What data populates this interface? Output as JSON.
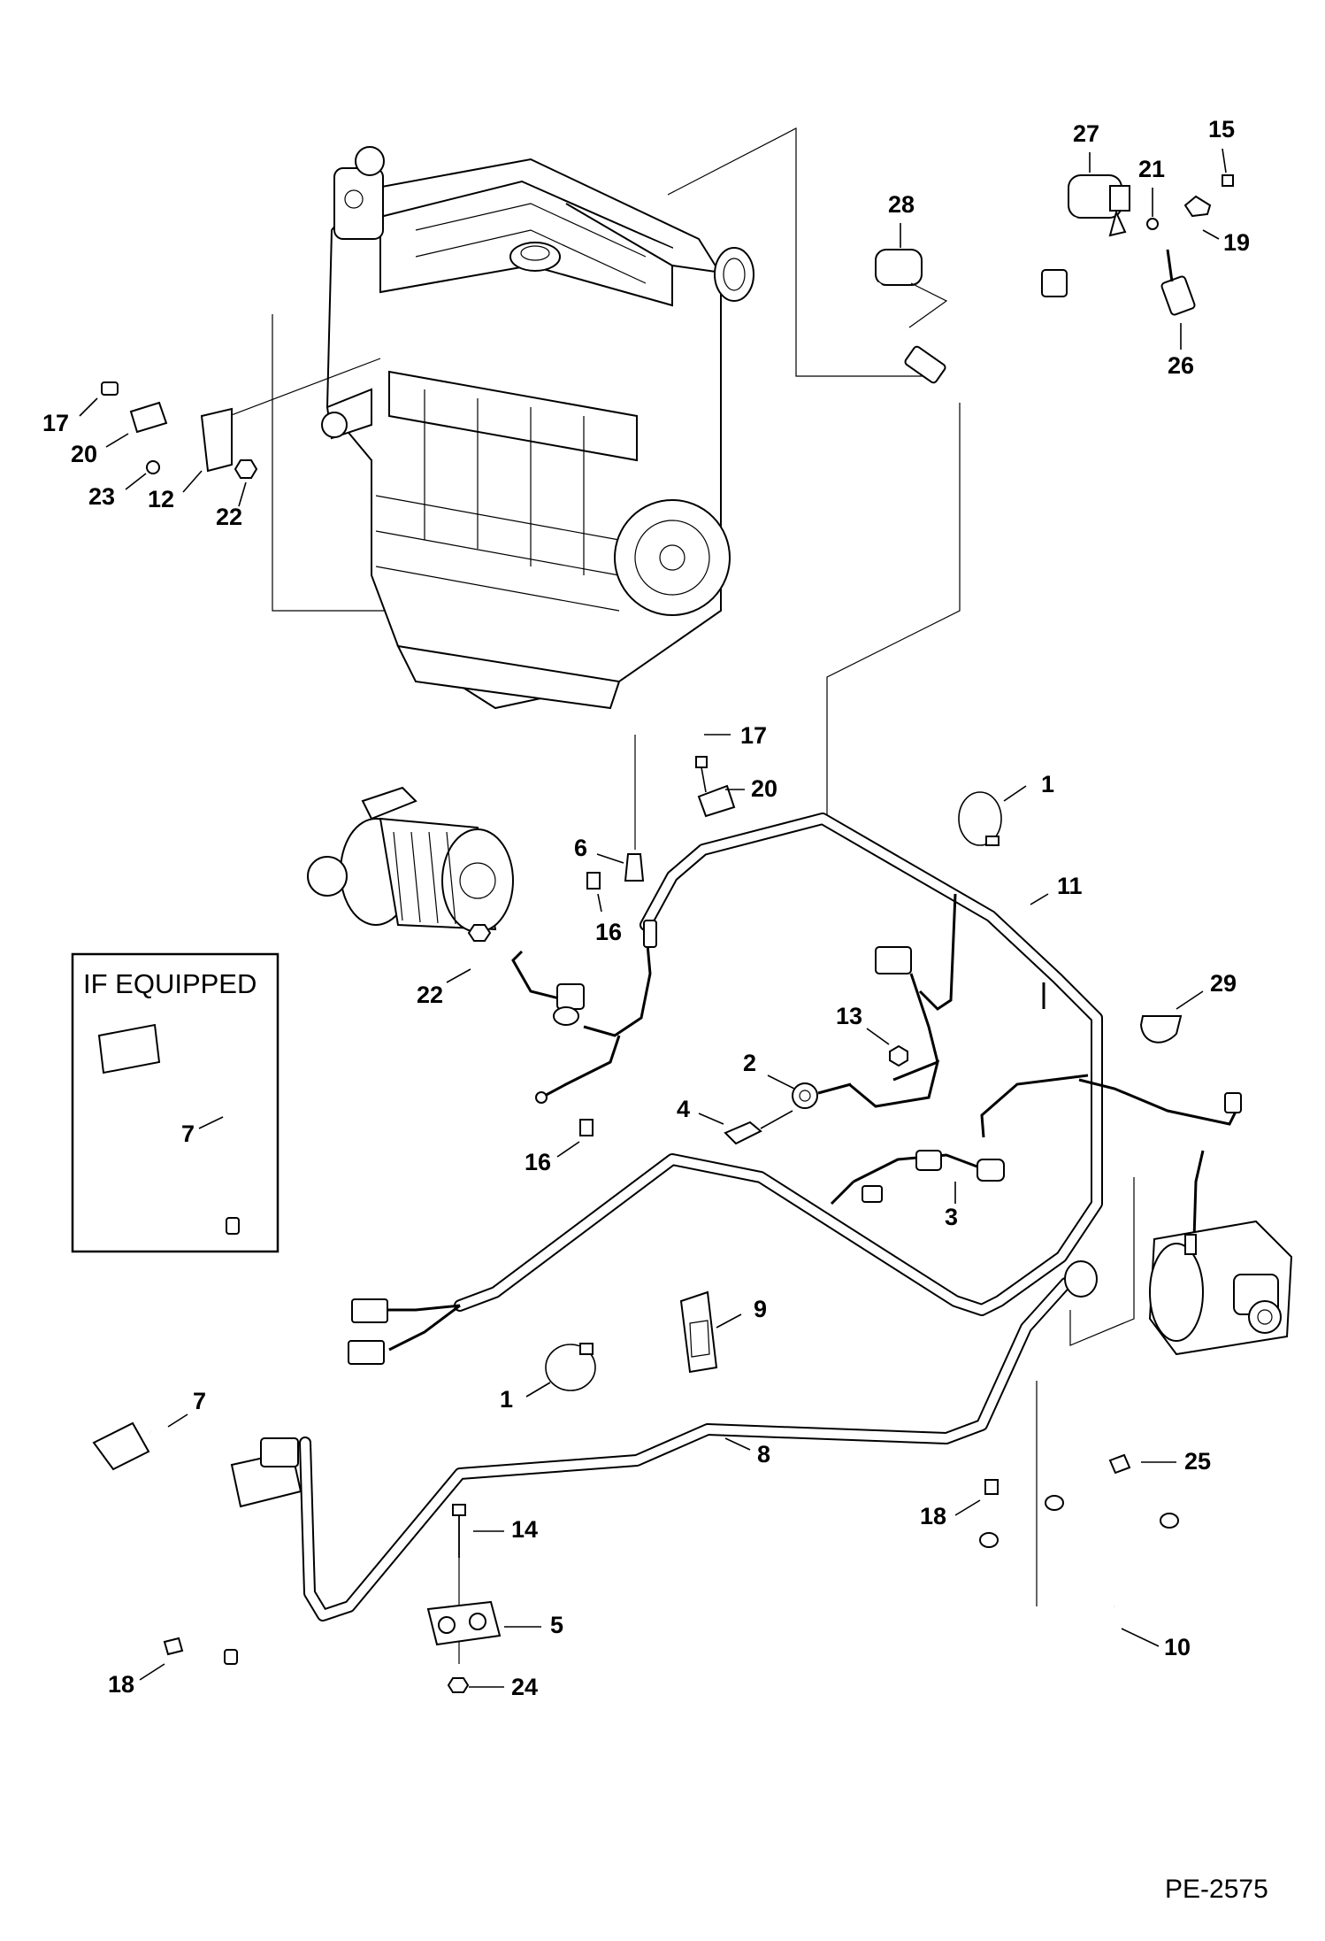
{
  "inset": {
    "title": "IF EQUIPPED",
    "item": "7"
  },
  "figure_id": "PE-2575",
  "callouts": [
    {
      "id": "c27",
      "label": "27"
    },
    {
      "id": "c15",
      "label": "15"
    },
    {
      "id": "c21",
      "label": "21"
    },
    {
      "id": "c19",
      "label": "19"
    },
    {
      "id": "c26",
      "label": "26"
    },
    {
      "id": "c28",
      "label": "28"
    },
    {
      "id": "c17a",
      "label": "17"
    },
    {
      "id": "c20a",
      "label": "20"
    },
    {
      "id": "c23",
      "label": "23"
    },
    {
      "id": "c12",
      "label": "12"
    },
    {
      "id": "c22a",
      "label": "22"
    },
    {
      "id": "c17b",
      "label": "17"
    },
    {
      "id": "c20b",
      "label": "20"
    },
    {
      "id": "c1a",
      "label": "1"
    },
    {
      "id": "c6",
      "label": "6"
    },
    {
      "id": "c11",
      "label": "11"
    },
    {
      "id": "c16a",
      "label": "16"
    },
    {
      "id": "c22b",
      "label": "22"
    },
    {
      "id": "c29",
      "label": "29"
    },
    {
      "id": "c13",
      "label": "13"
    },
    {
      "id": "c2",
      "label": "2"
    },
    {
      "id": "c4",
      "label": "4"
    },
    {
      "id": "c16b",
      "label": "16"
    },
    {
      "id": "c3",
      "label": "3"
    },
    {
      "id": "c9",
      "label": "9"
    },
    {
      "id": "c1b",
      "label": "1"
    },
    {
      "id": "c7b",
      "label": "7"
    },
    {
      "id": "c8",
      "label": "8"
    },
    {
      "id": "c25",
      "label": "25"
    },
    {
      "id": "c18a",
      "label": "18"
    },
    {
      "id": "c14",
      "label": "14"
    },
    {
      "id": "c5",
      "label": "5"
    },
    {
      "id": "c10",
      "label": "10"
    },
    {
      "id": "c18b",
      "label": "18"
    },
    {
      "id": "c24",
      "label": "24"
    }
  ]
}
